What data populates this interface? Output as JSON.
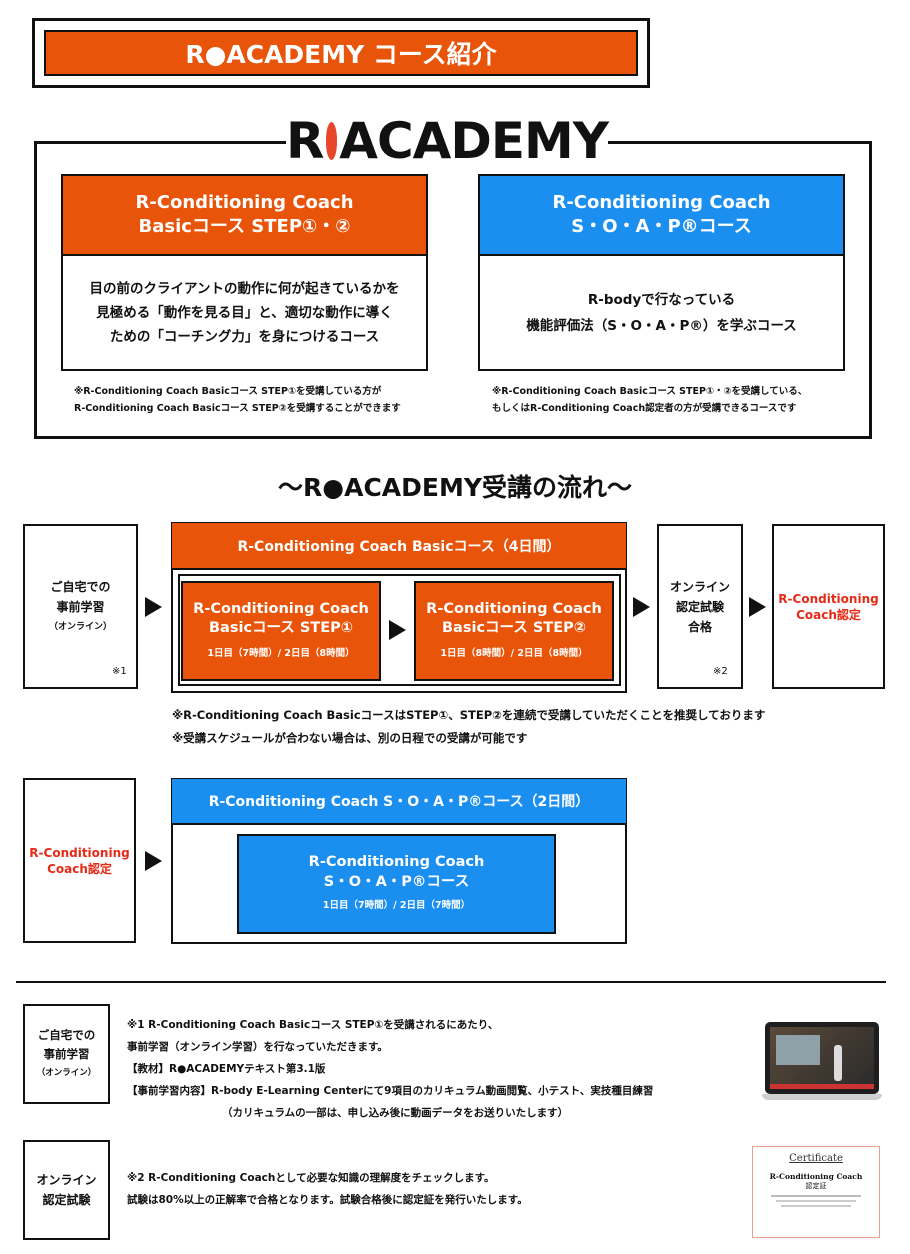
{
  "header": {
    "title": "R●ACADEMY コース紹介"
  },
  "brand": {
    "logo_r": "R",
    "logo_rest": "ACADEMY"
  },
  "courses": {
    "basic": {
      "title1": "R-Conditioning Coach",
      "title2": "Basicコース STEP①・②",
      "desc1": "目の前のクライアントの動作に何が起きているかを",
      "desc2": "見極める「動作を見る目」と、適切な動作に導く",
      "desc3": "ための「コーチング力」を身につけるコース",
      "note1": "※R-Conditioning Coach Basicコース STEP①を受講している方が",
      "note2": "R-Conditioning Coach Basicコース STEP②を受講することができます"
    },
    "soap": {
      "title1": "R-Conditioning Coach",
      "title2": "S・O・A・P®コース",
      "desc1": "R-bodyで行なっている",
      "desc2": "機能評価法（S・O・A・P®）を学ぶコース",
      "note1": "※R-Conditioning Coach Basicコース STEP①・②を受講している、",
      "note2": "もしくはR-Conditioning Coach認定者の方が受講できるコースです"
    }
  },
  "flow": {
    "heading": "〜R●ACADEMY受講の流れ〜",
    "prestudy": {
      "line1": "ご自宅での",
      "line2": "事前学習",
      "line3": "（オンライン）",
      "mark": "※1"
    },
    "basic_header": "R-Conditioning Coach Basicコース（4日間）",
    "step1": {
      "title1": "R-Conditioning Coach",
      "title2": "Basicコース STEP①",
      "days": "1日目（7時間）/ 2日目（8時間）"
    },
    "step2": {
      "title1": "R-Conditioning Coach",
      "title2": "Basicコース STEP②",
      "days": "1日目（8時間）/ 2日目（8時間）"
    },
    "exam": {
      "line1": "オンライン",
      "line2": "認定試験",
      "line3": "合格",
      "mark": "※2"
    },
    "certified": {
      "line1": "R-Conditioning",
      "line2": "Coach認定"
    },
    "note1": "※R-Conditioning Coach BasicコースはSTEP①、STEP②を連続で受講していただくことを推奨しております",
    "note2": "※受講スケジュールが合わない場合は、別の日程での受講が可能です",
    "soap_start": {
      "line1": "R-Conditioning",
      "line2": "Coach認定"
    },
    "soap_header": "R-Conditioning Coach S・O・A・P®コース（2日間）",
    "soap_inner": {
      "title1": "R-Conditioning Coach",
      "title2": "S・O・A・P®コース",
      "days": "1日目（7時間）/ 2日目（7時間）"
    }
  },
  "footnotes": {
    "prestudy": {
      "label1": "ご自宅での",
      "label2": "事前学習",
      "label3": "（オンライン）",
      "text1": "※1 R-Conditioning Coach Basicコース STEP①を受講されるにあたり、",
      "text2": "事前学習（オンライン学習）を行なっていただきます。",
      "text3": "【教材】R●ACADEMYテキスト第3.1版",
      "text4": "【事前学習内容】R-body E-Learning Centerにて9項目のカリキュラム動画閲覧、小テスト、実技種目練習",
      "text5": "（カリキュラムの一部は、申し込み後に動画データをお送りいたします）"
    },
    "exam": {
      "label1": "オンライン",
      "label2": "認定試験",
      "text1": "※2 R-Conditioning Coachとして必要な知識の理解度をチェックします。",
      "text2": "試験は80%以上の正解率で合格となります。試験合格後に認定証を発行いたします。"
    },
    "certificate": {
      "title": "Certificate",
      "sub": "R-Conditioning Coach",
      "jp": "認定証"
    }
  },
  "colors": {
    "orange": "#e8540a",
    "blue": "#1a8ff0",
    "red": "#e52b17"
  }
}
